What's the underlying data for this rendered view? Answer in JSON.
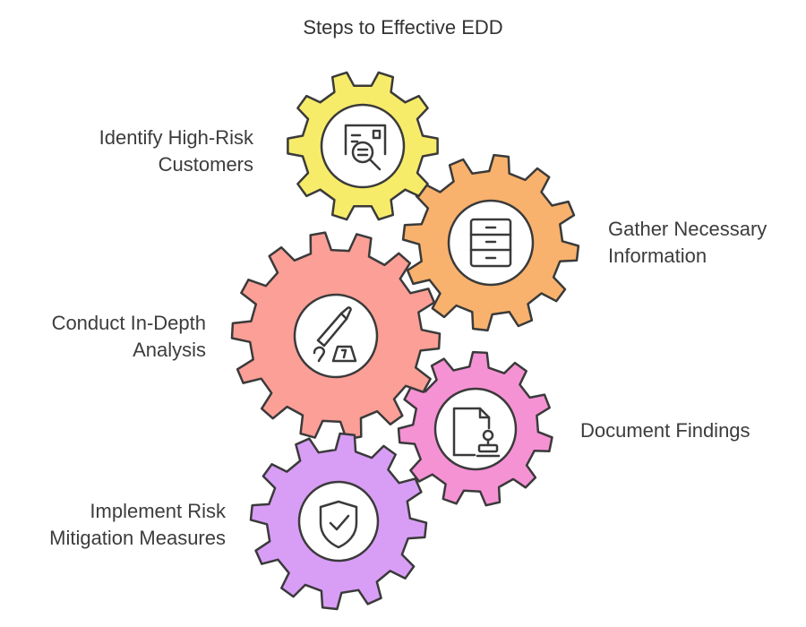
{
  "title": "Steps to Effective EDD",
  "steps": [
    {
      "lines": [
        "Identify High-Risk",
        "Customers"
      ],
      "icon": "search-profile-icon",
      "color": "#f7ec6a"
    },
    {
      "lines": [
        "Gather Necessary",
        "Information"
      ],
      "icon": "filing-cabinet-icon",
      "color": "#f8b26d"
    },
    {
      "lines": [
        "Conduct In-Depth",
        "Analysis"
      ],
      "icon": "forensic-knife-icon",
      "color": "#fb9f97"
    },
    {
      "lines": [
        "Document Findings"
      ],
      "icon": "stamped-document-icon",
      "color": "#f592d4"
    },
    {
      "lines": [
        "Implement Risk",
        "Mitigation Measures"
      ],
      "icon": "shield-check-icon",
      "color": "#d89ef6"
    }
  ]
}
